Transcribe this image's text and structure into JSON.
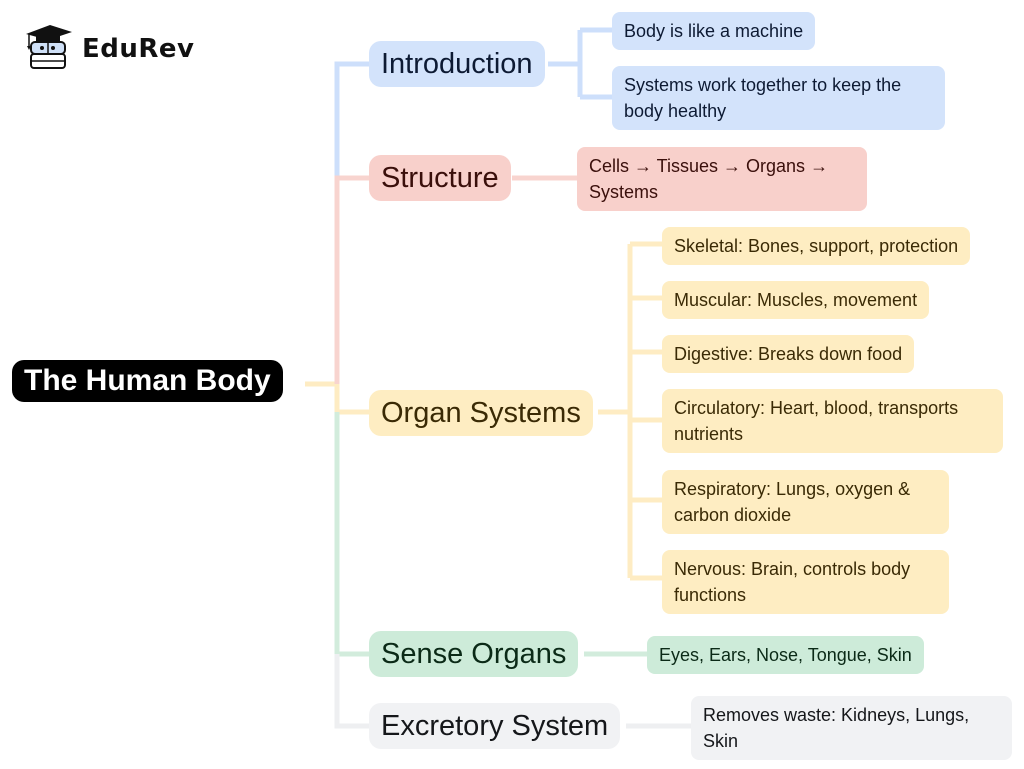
{
  "brand": {
    "name": "EduRev",
    "logo_icon": "graduate-mascot-icon"
  },
  "mindmap": {
    "root": "The Human Body",
    "branches": [
      {
        "label": "Introduction",
        "color": "#d3e3fb",
        "line_color": "#cddffb",
        "children": [
          "Body is like a machine",
          "Systems work together to keep the body healthy"
        ]
      },
      {
        "label": "Structure",
        "color": "#f8d0cb",
        "line_color": "#f8d4cf",
        "children": [
          "Cells → Tissues → Organs → Systems"
        ]
      },
      {
        "label": "Organ Systems",
        "color": "#feedc2",
        "line_color": "#feecc3",
        "children": [
          "Skeletal: Bones, support, protection",
          "Muscular: Muscles, movement",
          "Digestive: Breaks down food",
          "Circulatory: Heart, blood, transports nutrients",
          "Respiratory: Lungs, oxygen & carbon dioxide",
          "Nervous: Brain, controls body functions"
        ]
      },
      {
        "label": "Sense Organs",
        "color": "#cdebd9",
        "line_color": "#d2ecdc",
        "children": [
          "Eyes, Ears, Nose, Tongue, Skin"
        ]
      },
      {
        "label": "Excretory System",
        "color": "#f1f2f4",
        "line_color": "#eeeff1",
        "children": [
          "Removes waste: Kidneys, Lungs, Skin"
        ]
      }
    ]
  }
}
